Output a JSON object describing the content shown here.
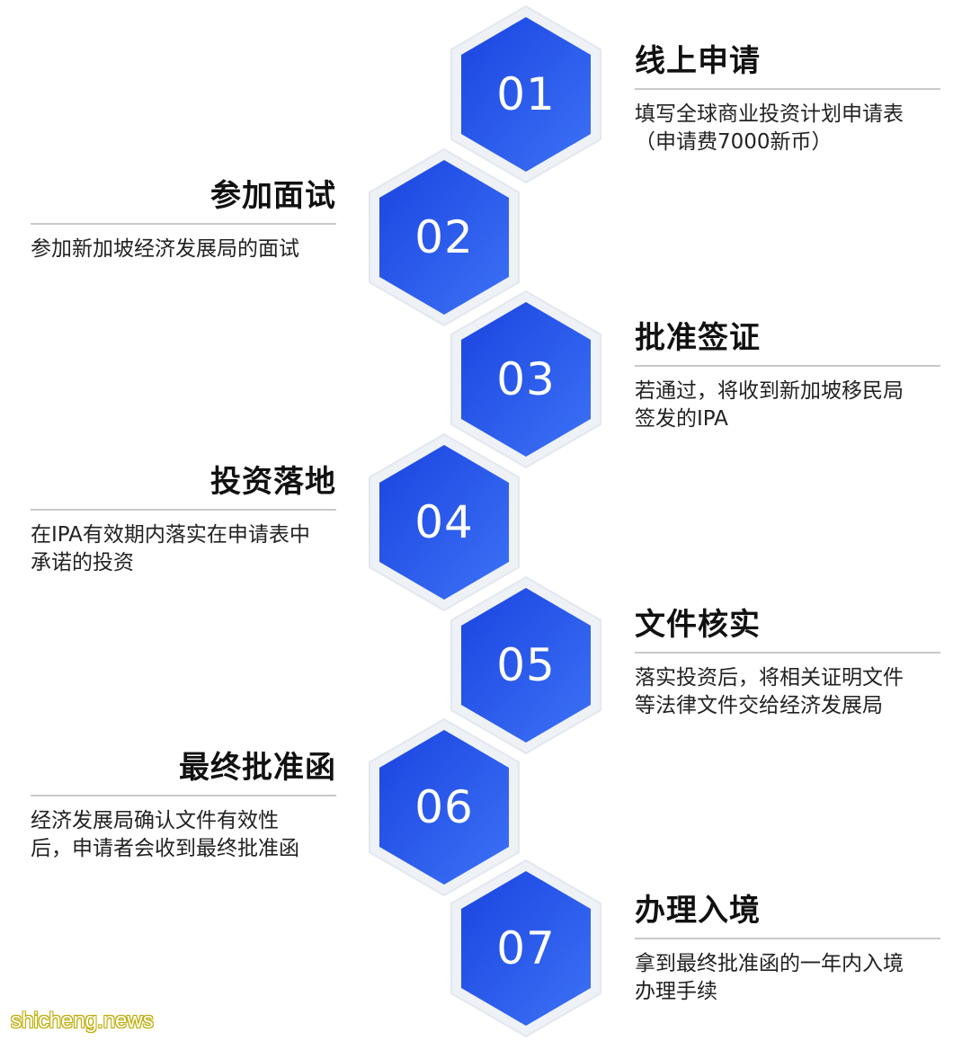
{
  "steps": [
    {
      "number": "01",
      "title": "线上申请",
      "desc": "填写全球商业投资计划申请表\n（申请费7000新币）"
    },
    {
      "number": "02",
      "title": "参加面试",
      "desc": "参加新加坡经济发展局的面试"
    },
    {
      "number": "03",
      "title": "批准签证",
      "desc": "若通过，将收到新加坡移民局\n签发的IPA"
    },
    {
      "number": "04",
      "title": "投资落地",
      "desc": "在IPA有效期内落实在申请表中\n承诺的投资"
    },
    {
      "number": "05",
      "title": "文件核实",
      "desc": "落实投资后，将相关证明文件\n等法律文件交给经济发展局"
    },
    {
      "number": "06",
      "title": "最终批准函",
      "desc": "经济发展局确认文件有效性\n后，申请者会收到最终批准函"
    },
    {
      "number": "07",
      "title": "办理入境",
      "desc": "拿到最终批准函的一年内入境\n办理手续"
    }
  ],
  "watermark": "shicheng.news",
  "colors": {
    "hex_fill_start": "#1f4fe8",
    "hex_fill_end": "#3a6ff5",
    "hex_border": "#f2f4f8"
  }
}
